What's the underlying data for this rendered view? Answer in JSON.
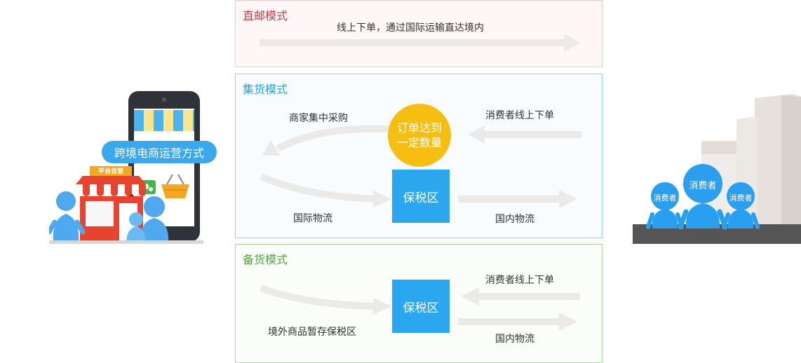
{
  "left_scene": {
    "bubble": "跨境电商运营方式",
    "store_sign": "平台自营"
  },
  "panels": {
    "direct": {
      "title": "直邮模式",
      "desc": "线上下单，通过国际运输直达境内"
    },
    "consolidation": {
      "title": "集货模式",
      "merchant": "商家集中采购",
      "consumer_order": "消费者线上下单",
      "circle_line1": "订单达到",
      "circle_line2": "一定数量",
      "bonded": "保税区",
      "intl": "国际物流",
      "domestic": "国内物流"
    },
    "stocking": {
      "title": "备货模式",
      "consumer_order": "消费者线上下单",
      "bonded": "保税区",
      "overseas": "境外商品暂存保税区",
      "domestic": "国内物流"
    }
  },
  "right_scene": {
    "consumer_center": "消费者",
    "consumer_left": "消费者",
    "consumer_right": "消费者"
  },
  "colors": {
    "red_title": "#d03a45",
    "blue_title": "#1aa5e6",
    "green_title": "#4cab3c",
    "bonded_box": "#2ba7f0",
    "order_circle": "#f7be12",
    "arrow": "#eceae8"
  }
}
